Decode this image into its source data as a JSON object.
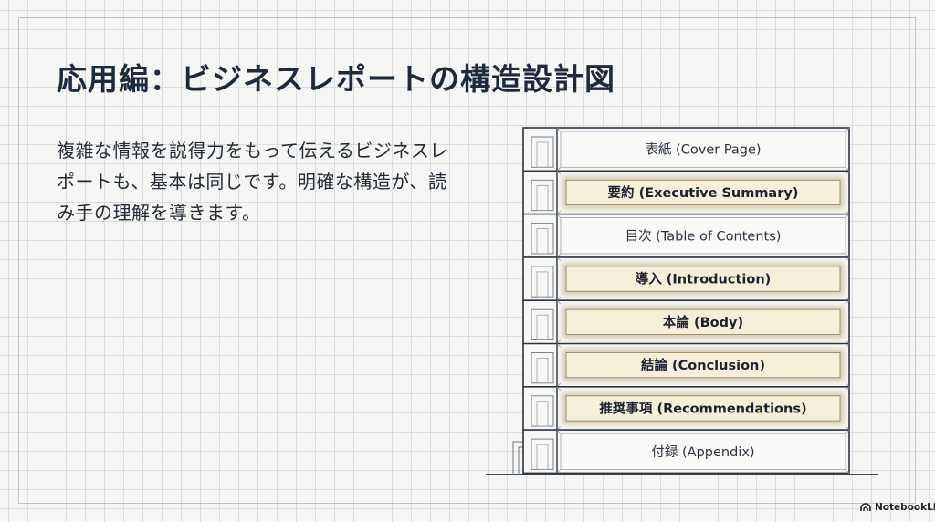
{
  "slide": {
    "title": "応用編：ビジネスレポートの構造設計図",
    "body": "複雑な情報を説得力をもって伝えるビジネスレポートも、基本は同じです。明確な構造が、読み手の理解を導きます。"
  },
  "building": {
    "floors": [
      {
        "label": "表紙 (Cover Page)",
        "highlighted": false
      },
      {
        "label": "要約 (Executive Summary)",
        "highlighted": true
      },
      {
        "label": "目次 (Table of Contents)",
        "highlighted": false
      },
      {
        "label": "導入 (Introduction)",
        "highlighted": true
      },
      {
        "label": "本論 (Body)",
        "highlighted": true
      },
      {
        "label": "結論 (Conclusion)",
        "highlighted": true
      },
      {
        "label": "推奨事項 (Recommendations)",
        "highlighted": true
      },
      {
        "label": "付録 (Appendix)",
        "highlighted": false
      }
    ]
  },
  "branding": {
    "name": "NotebookLM",
    "icon": "notebooklm-logo-icon"
  },
  "colors": {
    "title": "#1c2a3c",
    "line": "#2b3340",
    "highlight_fill": "#f6efd9",
    "highlight_glow": "#b9a87c"
  }
}
